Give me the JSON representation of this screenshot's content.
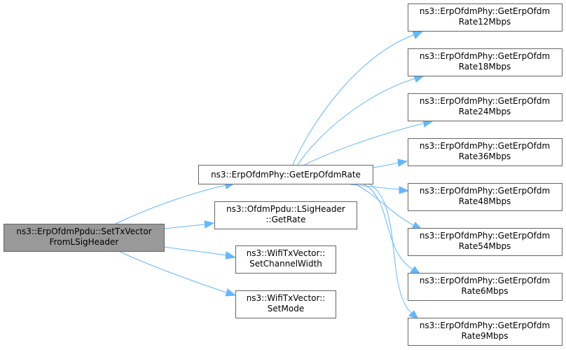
{
  "graph": {
    "nodes": {
      "root": {
        "line1": "ns3::ErpOfdmPpdu::SetTxVector",
        "line2": "FromLSigHeader"
      },
      "get_erp_ofdm_rate": {
        "line1": "ns3::ErpOfdmPhy::GetErpOfdmRate"
      },
      "lsig_get_rate": {
        "line1": "ns3::OfdmPpdu::LSigHeader",
        "line2": "::GetRate"
      },
      "set_channel_width": {
        "line1": "ns3::WifiTxVector::",
        "line2": "SetChannelWidth"
      },
      "set_mode": {
        "line1": "ns3::WifiTxVector::",
        "line2": "SetMode"
      },
      "rate12": {
        "line1": "ns3::ErpOfdmPhy::GetErpOfdm",
        "line2": "Rate12Mbps"
      },
      "rate18": {
        "line1": "ns3::ErpOfdmPhy::GetErpOfdm",
        "line2": "Rate18Mbps"
      },
      "rate24": {
        "line1": "ns3::ErpOfdmPhy::GetErpOfdm",
        "line2": "Rate24Mbps"
      },
      "rate36": {
        "line1": "ns3::ErpOfdmPhy::GetErpOfdm",
        "line2": "Rate36Mbps"
      },
      "rate48": {
        "line1": "ns3::ErpOfdmPhy::GetErpOfdm",
        "line2": "Rate48Mbps"
      },
      "rate54": {
        "line1": "ns3::ErpOfdmPhy::GetErpOfdm",
        "line2": "Rate54Mbps"
      },
      "rate6": {
        "line1": "ns3::ErpOfdmPhy::GetErpOfdm",
        "line2": "Rate6Mbps"
      },
      "rate9": {
        "line1": "ns3::ErpOfdmPhy::GetErpOfdm",
        "line2": "Rate9Mbps"
      }
    },
    "edges": [
      {
        "from": "root",
        "to": "get_erp_ofdm_rate"
      },
      {
        "from": "root",
        "to": "lsig_get_rate"
      },
      {
        "from": "root",
        "to": "set_channel_width"
      },
      {
        "from": "root",
        "to": "set_mode"
      },
      {
        "from": "get_erp_ofdm_rate",
        "to": "rate12"
      },
      {
        "from": "get_erp_ofdm_rate",
        "to": "rate18"
      },
      {
        "from": "get_erp_ofdm_rate",
        "to": "rate24"
      },
      {
        "from": "get_erp_ofdm_rate",
        "to": "rate36"
      },
      {
        "from": "get_erp_ofdm_rate",
        "to": "rate48"
      },
      {
        "from": "get_erp_ofdm_rate",
        "to": "rate54"
      },
      {
        "from": "get_erp_ofdm_rate",
        "to": "rate6"
      },
      {
        "from": "get_erp_ofdm_rate",
        "to": "rate9"
      }
    ],
    "colors": {
      "edge": "#63b8ff",
      "root_fill": "#999999",
      "border": "#666666"
    }
  }
}
